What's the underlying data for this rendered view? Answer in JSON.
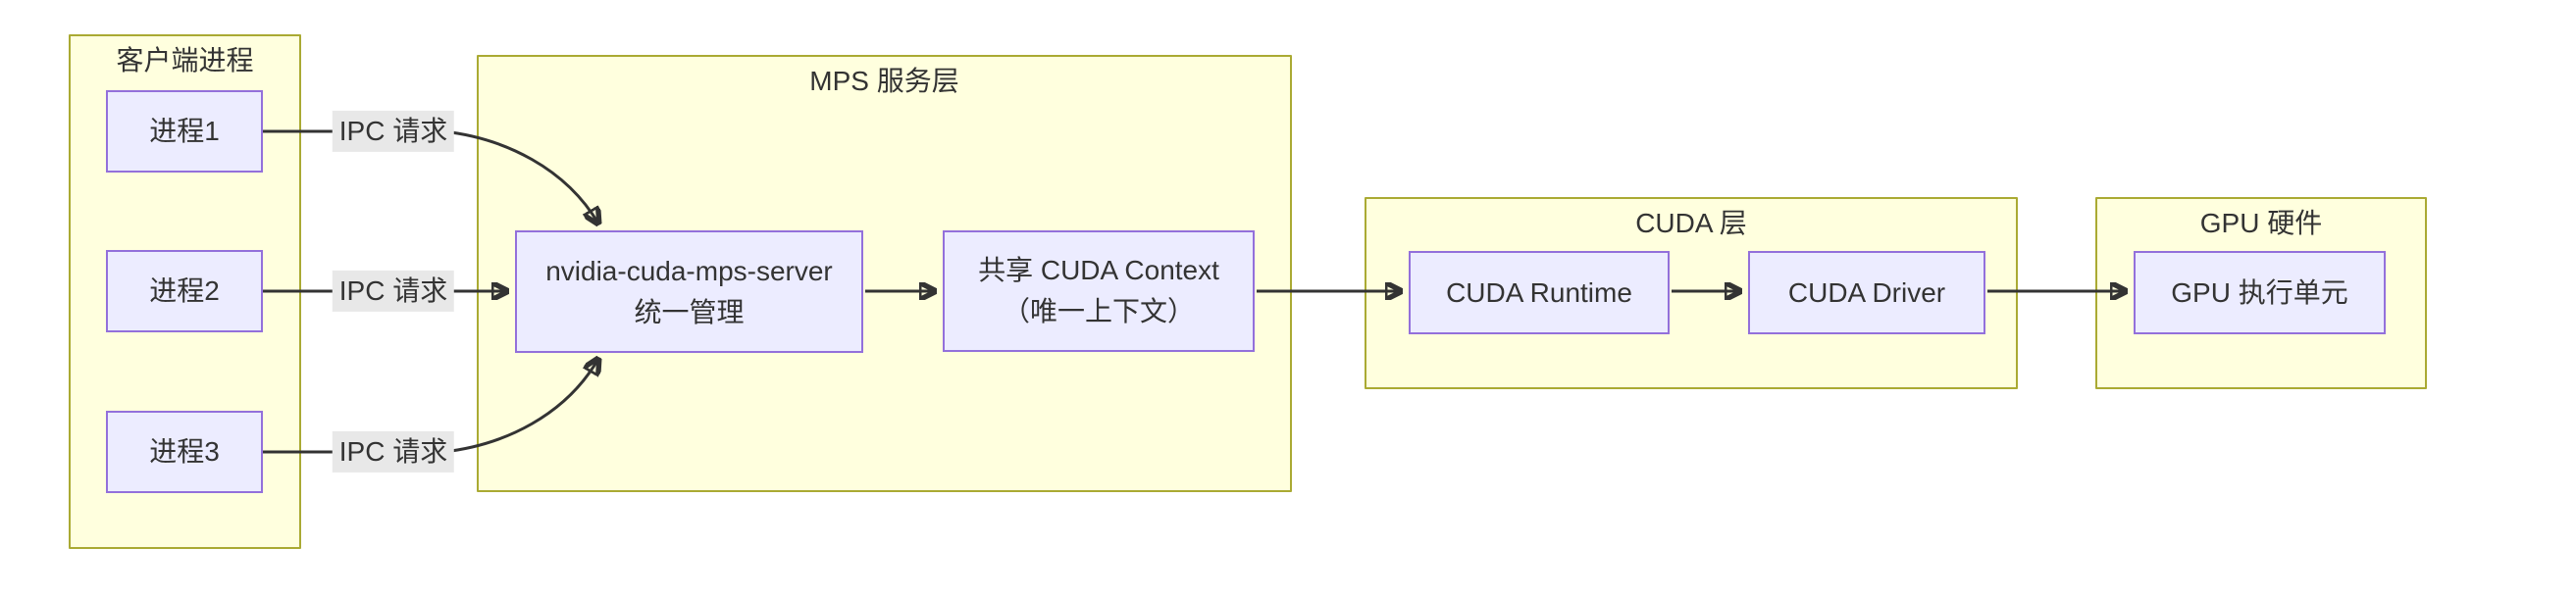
{
  "diagram": {
    "type": "flowchart",
    "direction": "left-to-right",
    "clusters": [
      {
        "id": "client",
        "title": "客户端进程"
      },
      {
        "id": "mps",
        "title": "MPS 服务层"
      },
      {
        "id": "cuda",
        "title": "CUDA 层"
      },
      {
        "id": "gpu",
        "title": "GPU 硬件"
      }
    ],
    "nodes": [
      {
        "id": "process-1",
        "cluster": "客户端进程",
        "line1": "进程1",
        "line2": ""
      },
      {
        "id": "process-2",
        "cluster": "客户端进程",
        "line1": "进程2",
        "line2": ""
      },
      {
        "id": "process-3",
        "cluster": "客户端进程",
        "line1": "进程3",
        "line2": ""
      },
      {
        "id": "mps-server",
        "cluster": "MPS 服务层",
        "line1": "nvidia-cuda-mps-server",
        "line2": "统一管理"
      },
      {
        "id": "shared-context",
        "cluster": "MPS 服务层",
        "line1": "共享 CUDA Context",
        "line2": "（唯一上下文）"
      },
      {
        "id": "cuda-runtime",
        "cluster": "CUDA 层",
        "line1": "CUDA Runtime",
        "line2": ""
      },
      {
        "id": "cuda-driver",
        "cluster": "CUDA 层",
        "line1": "CUDA Driver",
        "line2": ""
      },
      {
        "id": "gpu-exec-unit",
        "cluster": "GPU 硬件",
        "line1": "GPU 执行单元",
        "line2": ""
      }
    ],
    "edges": [
      {
        "from": "进程1",
        "to": "nvidia-cuda-mps-server 统一管理",
        "label": "IPC 请求"
      },
      {
        "from": "进程2",
        "to": "nvidia-cuda-mps-server 统一管理",
        "label": "IPC 请求"
      },
      {
        "from": "进程3",
        "to": "nvidia-cuda-mps-server 统一管理",
        "label": "IPC 请求"
      },
      {
        "from": "nvidia-cuda-mps-server 统一管理",
        "to": "共享 CUDA Context（唯一上下文）",
        "label": ""
      },
      {
        "from": "共享 CUDA Context（唯一上下文）",
        "to": "CUDA Runtime",
        "label": ""
      },
      {
        "from": "CUDA Runtime",
        "to": "CUDA Driver",
        "label": ""
      },
      {
        "from": "CUDA Driver",
        "to": "GPU 执行单元",
        "label": ""
      }
    ],
    "colors": {
      "node_fill": "#ECECFF",
      "node_border": "#9370DB",
      "cluster_fill": "#FFFFDE",
      "cluster_border": "#AAAA33",
      "edge": "#333333",
      "edge_label_bg": "#E8E8E8",
      "text": "#333333"
    }
  }
}
